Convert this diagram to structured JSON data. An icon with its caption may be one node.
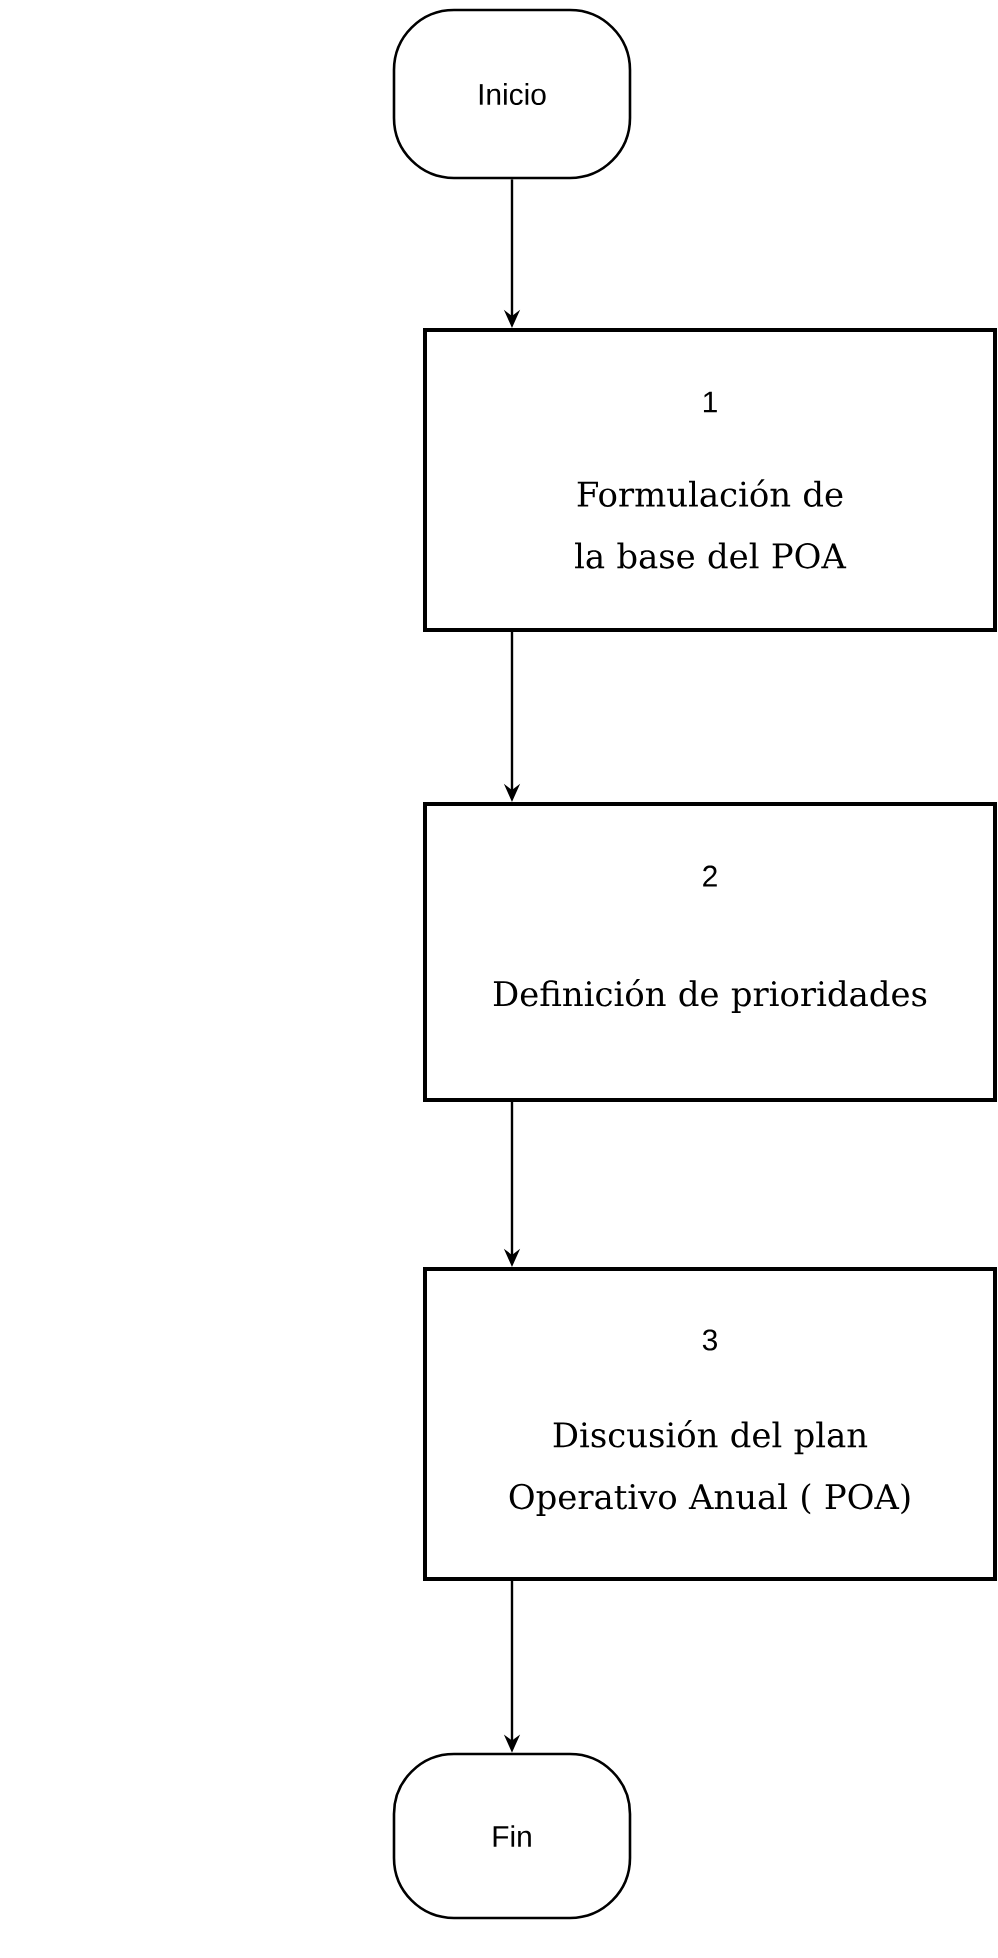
{
  "diagram": {
    "nodes": [
      {
        "text": [
          "Inicio"
        ]
      },
      {
        "text": [
          "1",
          "Formulación de la base del POA"
        ]
      },
      {
        "text": [
          "2",
          "Definición de prioridades"
        ]
      },
      {
        "text": [
          "3",
          "Discusión del plan Operativo Anual ( POA)"
        ]
      },
      {
        "text": [
          "Fin"
        ]
      }
    ],
    "edges": [
      {
        "from": 0,
        "to": 1,
        "arrow": "to"
      },
      {
        "from": 1,
        "to": 2,
        "arrow": "to"
      },
      {
        "from": 2,
        "to": 3,
        "arrow": "to"
      },
      {
        "from": 3,
        "to": 4,
        "arrow": "to"
      }
    ]
  }
}
